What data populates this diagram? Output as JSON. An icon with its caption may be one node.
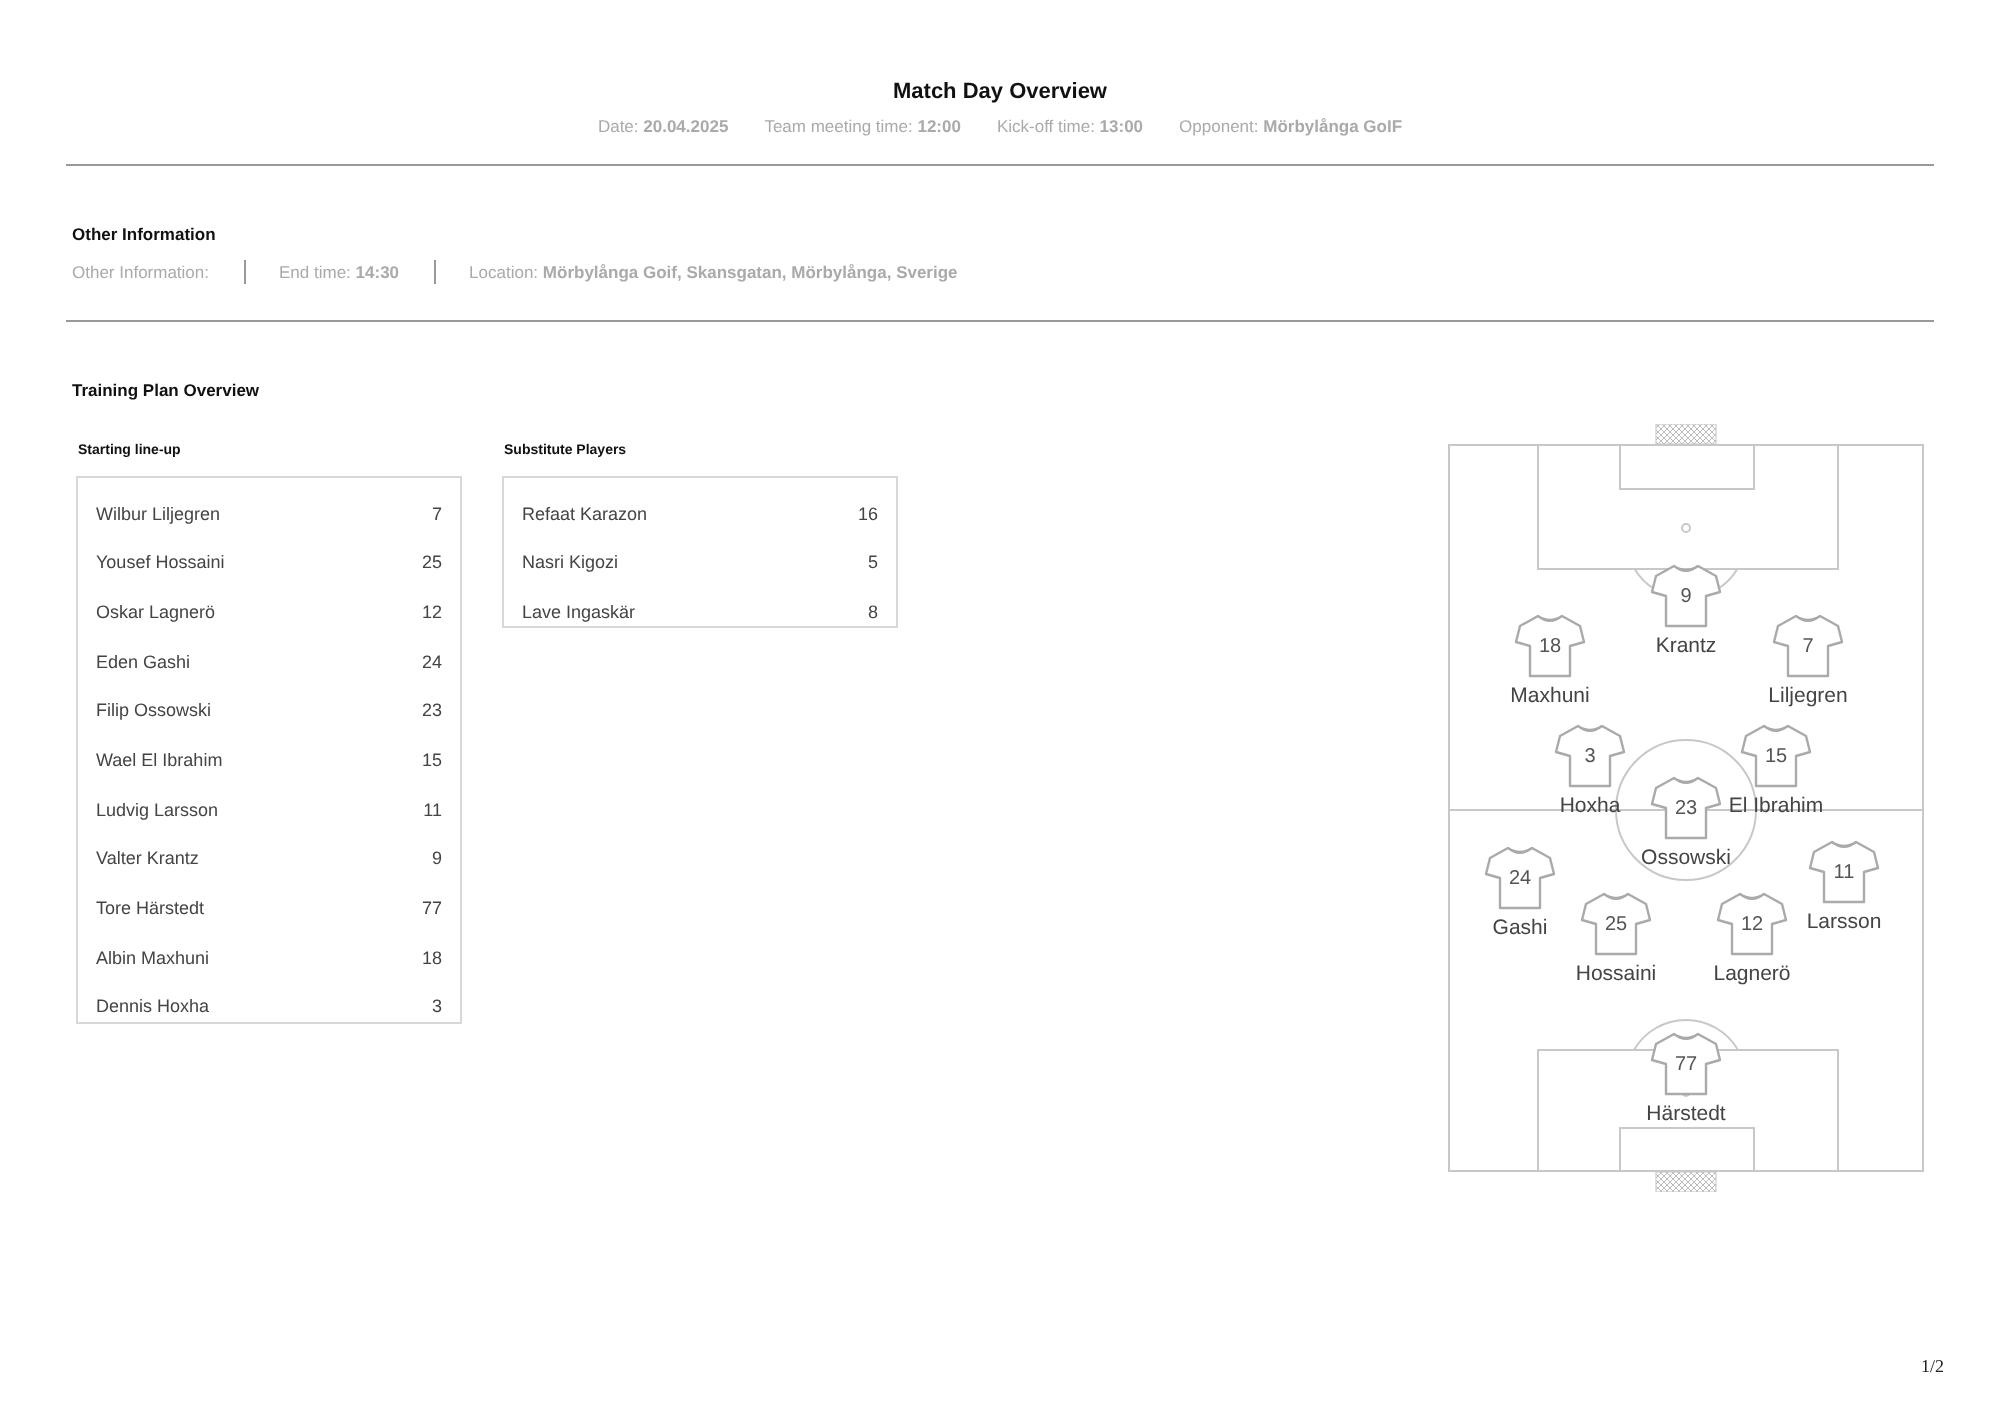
{
  "diagram": {
    "title": "Match Day Overview",
    "nodes": [
      {
        "text": [
          "Starting line-up"
        ]
      },
      {
        "text": [
          "Substitute Players"
        ]
      },
      {
        "text": [],
        "shape": "box"
      },
      {
        "text": [
          "9"
        ],
        "beside": [
          "Krantz"
        ],
        "in": 2
      },
      {
        "text": [
          "18"
        ],
        "beside": [
          "Maxhuni"
        ],
        "in": 2
      },
      {
        "text": [
          "7"
        ],
        "beside": [
          "Liljegren"
        ],
        "in": 2
      },
      {
        "text": [
          "3"
        ],
        "beside": [
          "Hoxha"
        ],
        "in": 2
      },
      {
        "text": [
          "15"
        ],
        "beside": [
          "El Ibrahim"
        ],
        "in": 2
      },
      {
        "text": [
          "23"
        ],
        "beside": [
          "Ossowski"
        ],
        "in": 2
      },
      {
        "text": [
          "24"
        ],
        "beside": [
          "Gashi"
        ],
        "in": 2
      },
      {
        "text": [
          "11"
        ],
        "beside": [
          "Larsson"
        ],
        "in": 2
      },
      {
        "text": [
          "25"
        ],
        "beside": [
          "Hossaini"
        ],
        "in": 2
      },
      {
        "text": [
          "12"
        ],
        "beside": [
          "Lagnerö"
        ],
        "in": 2
      },
      {
        "text": [
          "77"
        ],
        "beside": [
          "Härstedt"
        ],
        "in": 2
      }
    ],
    "edges": [],
    "labels": [
      "Date: **20.04.2025**",
      "Team meeting time: **12:00**",
      "Kick-off time: **13:00**",
      "Opponent: **Mörbylånga GoIF**",
      "Other Information",
      "Other Information:",
      "End time: **14:30**",
      "Location: **Mörbylånga Goif, Skansgatan, Mörbylånga, Sverige**",
      "Training Plan Overview",
      "Wilbur Liljegren",
      "7",
      "Yousef Hossaini",
      "25",
      "Oskar Lagnerö",
      "12",
      "Eden Gashi",
      "24",
      "Filip Ossowski",
      "23",
      "Wael El Ibrahim",
      "15",
      "Ludvig Larsson",
      "11",
      "Valter Krantz",
      "9",
      "Tore Härstedt",
      "77",
      "Albin Maxhuni",
      "18",
      "Dennis Hoxha",
      "3",
      "Refaat Karazon",
      "16",
      "Nasri Kigozi",
      "5",
      "Lave Ingaskär",
      "8",
      "1/2"
    ]
  }
}
